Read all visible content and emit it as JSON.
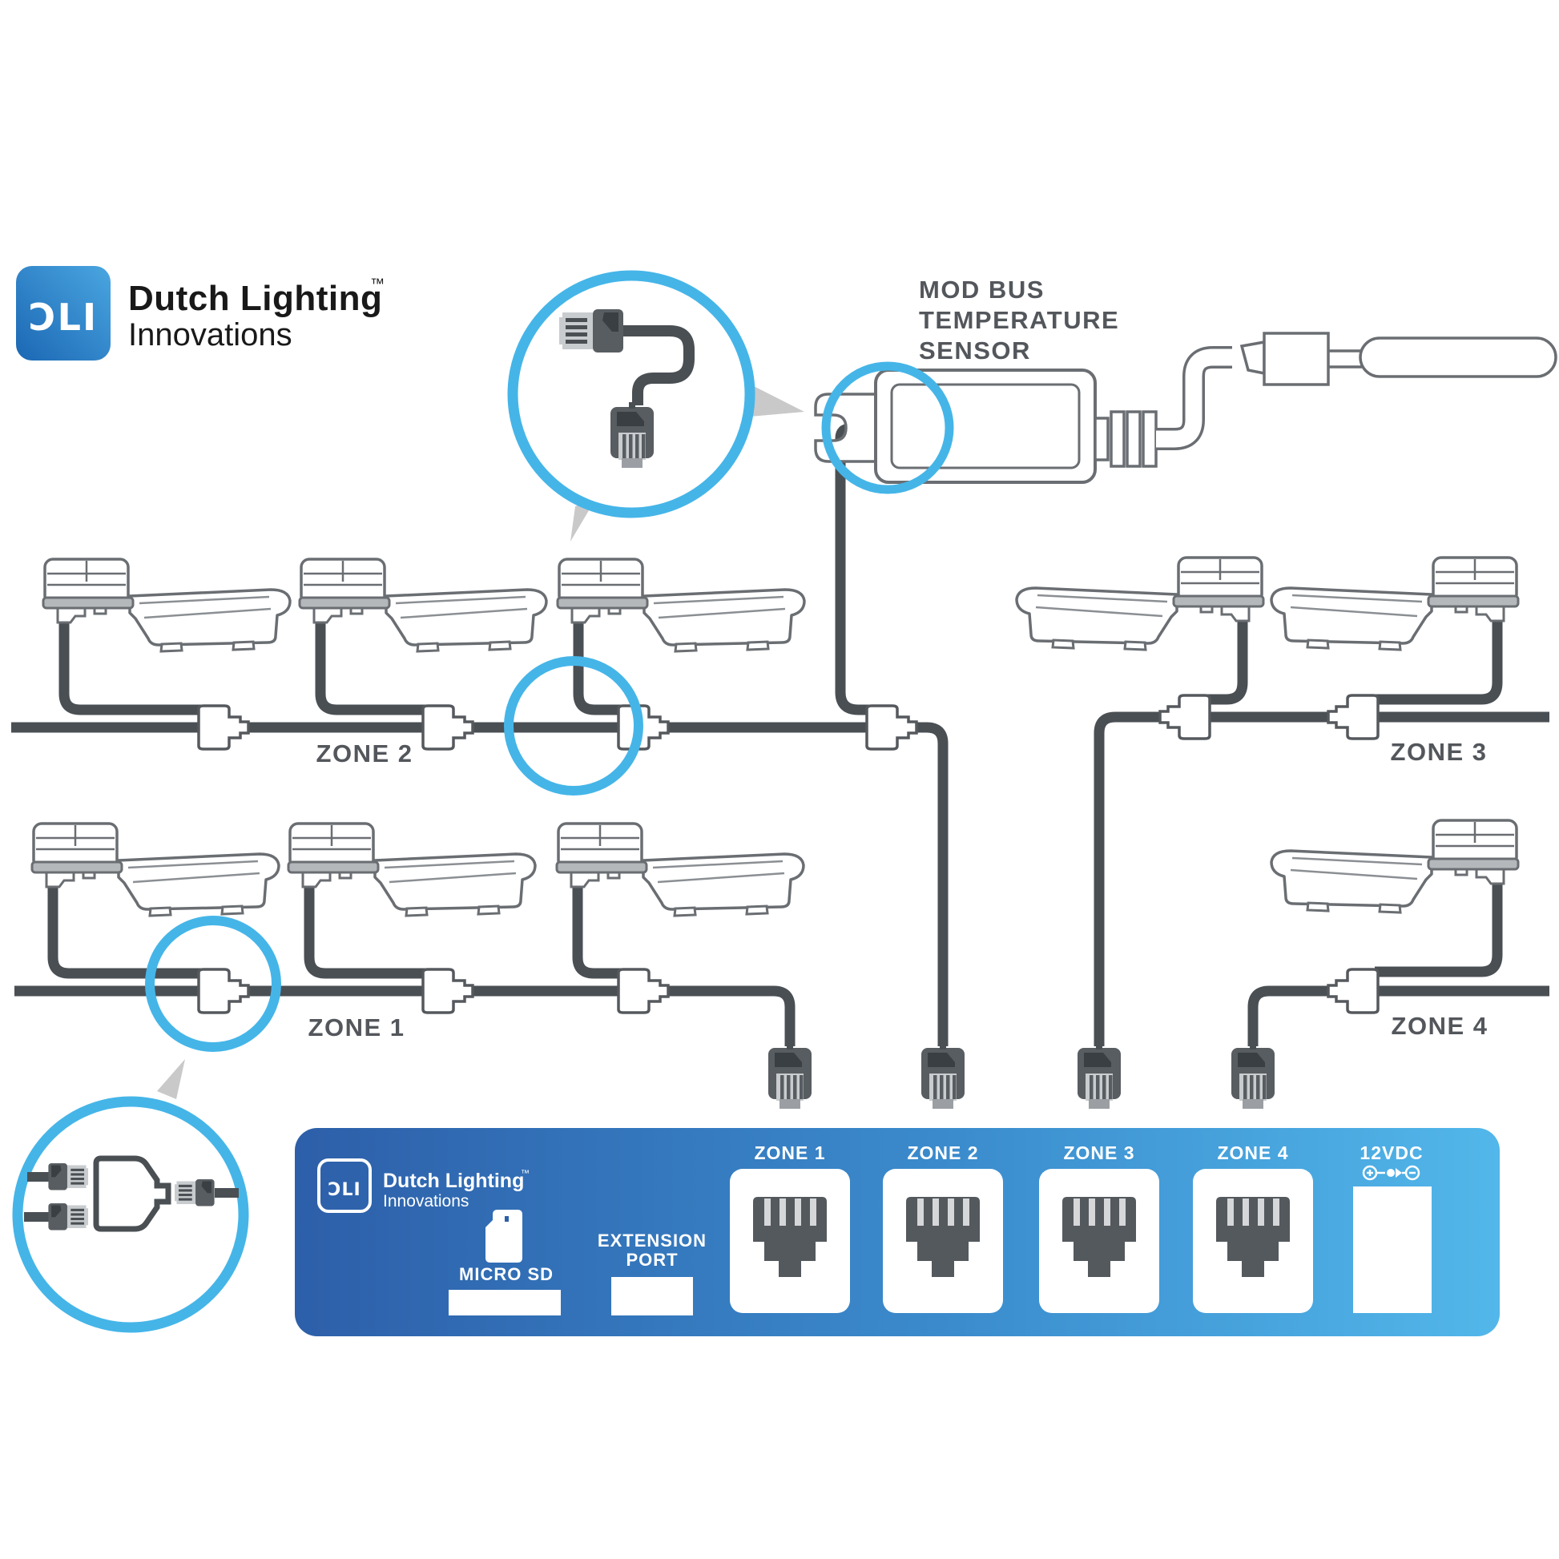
{
  "brand": {
    "logo_mark": "ƆLI",
    "name": "Dutch Lighting",
    "trademark": "™",
    "tagline": "Innovations"
  },
  "sensor": {
    "label_lines": [
      "MOD BUS",
      "TEMPERATURE",
      "SENSOR"
    ]
  },
  "zones": {
    "zone1": "ZONE 1",
    "zone2": "ZONE 2",
    "zone3": "ZONE 3",
    "zone4": "ZONE 4"
  },
  "controller": {
    "logo_mark": "ƆLI",
    "brand_name": "Dutch Lighting",
    "brand_trademark": "™",
    "brand_tagline": "Innovations",
    "micro_sd_label": "MICRO SD",
    "extension_label_line1": "EXTENSION",
    "extension_label_line2": "PORT",
    "ports": [
      {
        "label": "ZONE 1"
      },
      {
        "label": "ZONE 2"
      },
      {
        "label": "ZONE 3"
      },
      {
        "label": "ZONE 4"
      }
    ],
    "power_label": "12VDC"
  },
  "colors": {
    "accent_blue": "#45b5e8",
    "cable_gray": "#4a4f54",
    "outline_gray": "#6a6e72",
    "label_gray": "#53575c",
    "panel_blue_left": "#2d5fa9",
    "panel_blue_right": "#52b7ea",
    "plug_body": "#585d62",
    "plug_pins": "#c9ccce",
    "jack_gray": "#54595e",
    "pointer_gray": "#c9c9c9"
  }
}
